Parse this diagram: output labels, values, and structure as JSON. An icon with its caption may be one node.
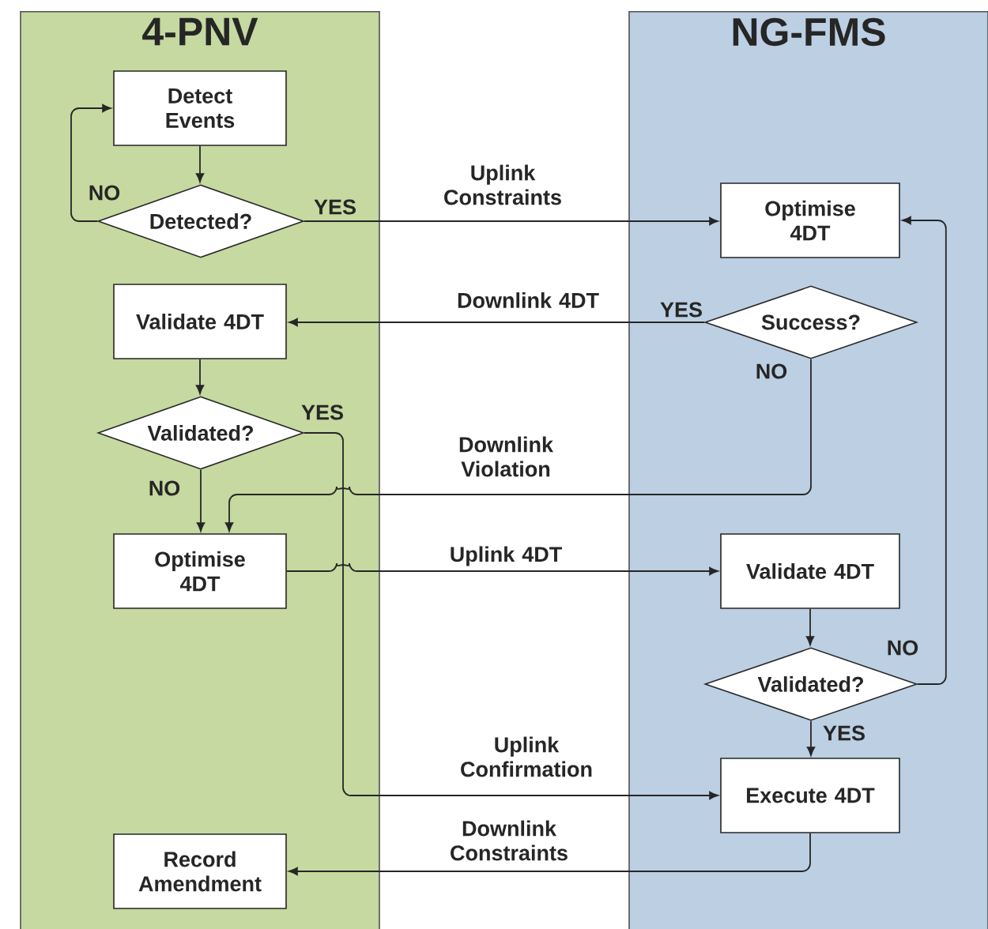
{
  "diagram": {
    "nodes": [
      {
        "text": [
          "4-PNV"
        ]
      },
      {
        "text": [
          "NG-FMS"
        ]
      },
      {
        "text": [
          "Detect Events"
        ],
        "in": 0
      },
      {
        "text": [
          "Detected?"
        ],
        "in": 0
      },
      {
        "text": [
          "Validate 4DT"
        ],
        "in": 0
      },
      {
        "text": [
          "Validated?"
        ],
        "in": 0
      },
      {
        "text": [
          "Optimise 4DT"
        ],
        "in": 0
      },
      {
        "text": [
          "Record Amendment"
        ],
        "in": 0
      },
      {
        "text": [
          "Optimise 4DT"
        ],
        "in": 1
      },
      {
        "text": [
          "Success?"
        ],
        "in": 1
      },
      {
        "text": [
          "Validate 4DT"
        ],
        "in": 1
      },
      {
        "text": [
          "Validated?"
        ],
        "in": 1
      },
      {
        "text": [
          "Execute 4DT"
        ],
        "in": 1
      }
    ],
    "edges": [
      {
        "from": 2,
        "to": 3,
        "arrow": "to"
      },
      {
        "from": 3,
        "to": 2,
        "arrow": "to",
        "label": "NO"
      },
      {
        "from": 3,
        "to": 8,
        "arrow": "to",
        "label": "Uplink Constraints"
      },
      {
        "from": 9,
        "to": 4,
        "arrow": "to",
        "label": "Downlink 4DT"
      },
      {
        "from": 4,
        "to": 5,
        "arrow": "to"
      },
      {
        "from": 5,
        "to": 6,
        "arrow": "to",
        "label": "NO"
      },
      {
        "from": 9,
        "to": 6,
        "arrow": "to",
        "label": "Downlink Violation"
      },
      {
        "from": 5,
        "to": 12,
        "arrow": "to",
        "label": "Uplink Confirmation"
      },
      {
        "from": 6,
        "to": 10,
        "arrow": "to",
        "label": "Uplink 4DT"
      },
      {
        "from": 10,
        "to": 11,
        "arrow": "to"
      },
      {
        "from": 11,
        "to": 8,
        "arrow": "to",
        "label": "NO"
      },
      {
        "from": 11,
        "to": 12,
        "arrow": "to",
        "label": "YES"
      },
      {
        "from": 12,
        "to": 7,
        "arrow": "to",
        "label": "Downlink Constraints"
      }
    ],
    "labels": [
      "YES",
      "YES",
      "NO",
      "YES"
    ]
  }
}
